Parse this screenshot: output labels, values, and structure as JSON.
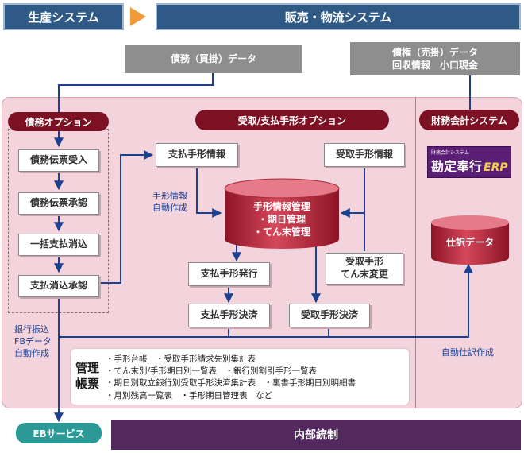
{
  "top": {
    "production": "生産システム",
    "sales": "販売・物流システム"
  },
  "gray": {
    "debt_data": "債務（買掛）データ",
    "credit_line1": "債権（売掛）データ",
    "credit_line2": "回収情報　小口現金"
  },
  "pills": {
    "debt_option": "債務オプション",
    "notes_option": "受取/支払手形オプション",
    "accounting": "財務会計システム"
  },
  "debt_flow": [
    "債務伝票受入",
    "債務伝票承認",
    "一括支払消込",
    "支払消込承認"
  ],
  "notes": {
    "pay_info": "支払手形情報",
    "recv_info": "受取手形情報",
    "db_line1": "手形情報管理",
    "db_line2": "・期日管理",
    "db_line3": "・てん末管理",
    "pay_issue": "支払手形発行",
    "recv_change_1": "受取手形",
    "recv_change_2": "てん末変更",
    "pay_settle": "支払手形決済",
    "recv_settle": "受取手形決済",
    "auto_note_1": "手形情報",
    "auto_note_2": "自動作成"
  },
  "accounting": {
    "logo_small": "財務会計システム",
    "logo_main": "勘定奉行",
    "logo_suffix": "ERP",
    "journal": "仕訳データ",
    "auto_journal": "自動仕訳作成"
  },
  "bank": [
    "銀行振込",
    "FBデータ",
    "自動作成"
  ],
  "management": {
    "label_1": "管理",
    "label_2": "帳票",
    "lines": [
      "・手形台帳　・受取手形請求先別集計表",
      "・てん末別/手形期日別一覧表　・銀行別割引手形一覧表",
      "・期日別取立銀行別受取手形決済集計表　・裏書手形期日別明細書",
      "・月別残高一覧表　・手形期日管理表　など"
    ]
  },
  "bottom": {
    "eb": "EBサービス",
    "internal": "内部統制"
  },
  "colors": {
    "navy": "#2f5a86",
    "maroon": "#7c1124",
    "panel": "#f3d3dc",
    "purple": "#52285f",
    "teal": "#2b9a97",
    "arrow": "#1c3f8f"
  }
}
